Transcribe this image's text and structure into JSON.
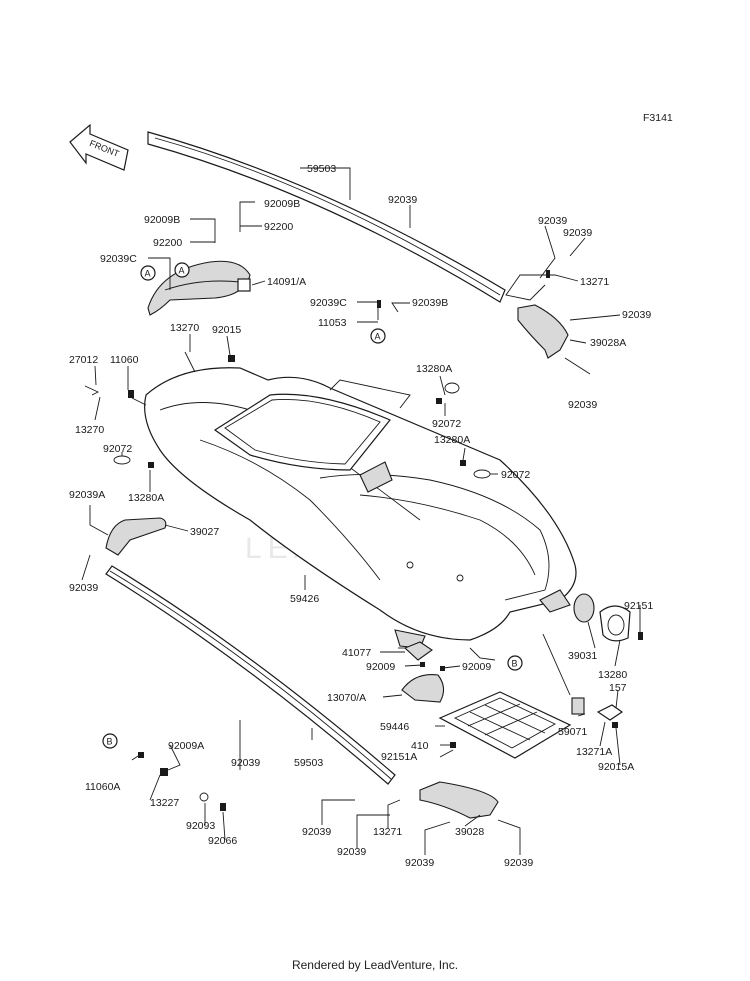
{
  "diagram_code": "F3141",
  "front_label": "FRONT",
  "watermark": "LEADVENTURE",
  "footer": "Rendered by LeadVenture, Inc.",
  "callouts": [
    "A",
    "A",
    "A",
    "B",
    "B"
  ],
  "parts": [
    "59503",
    "92039",
    "92009B",
    "92009B",
    "92200",
    "92200",
    "92039C",
    "14091/A",
    "92039",
    "92039",
    "13271",
    "92039C",
    "92039B",
    "11053",
    "92039",
    "39028A",
    "92039",
    "13270",
    "92015",
    "27012",
    "11060",
    "13270",
    "13280A",
    "92072",
    "13280A",
    "92072",
    "92072",
    "13280A",
    "92039A",
    "39027",
    "92039",
    "59426",
    "92151",
    "39031",
    "13280",
    "157",
    "41077",
    "92009",
    "92009",
    "13070/A",
    "59071",
    "13271A",
    "92015A",
    "59446",
    "410",
    "92151A",
    "92009A",
    "11060A",
    "13227",
    "92093",
    "92066",
    "92039",
    "59503",
    "92039",
    "13271",
    "92039",
    "39028",
    "92039",
    "92039"
  ]
}
